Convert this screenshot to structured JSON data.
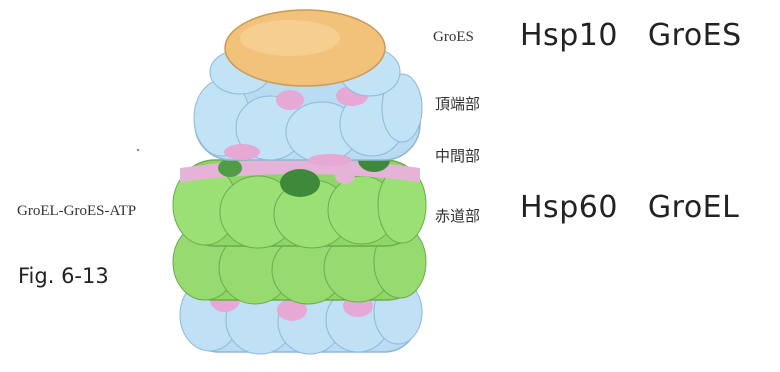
{
  "labels": {
    "groes": "GroES",
    "apical": "頂端部",
    "intermediate": "中間部",
    "equatorial": "赤道部",
    "complex": "GroEL-GroES-ATP",
    "figure": "Fig. 6-13"
  },
  "proteins": {
    "hsp10": "Hsp10",
    "groes": "GroES",
    "hsp60": "Hsp60",
    "groel": "GroEL"
  },
  "colors": {
    "groes_cap": "#f3c27a",
    "blue_ring": "#b9dcf3",
    "green_ring": "#8fd669",
    "pink_interface": "#e6b3d8",
    "dark_green_hole": "#3f8a3a"
  }
}
